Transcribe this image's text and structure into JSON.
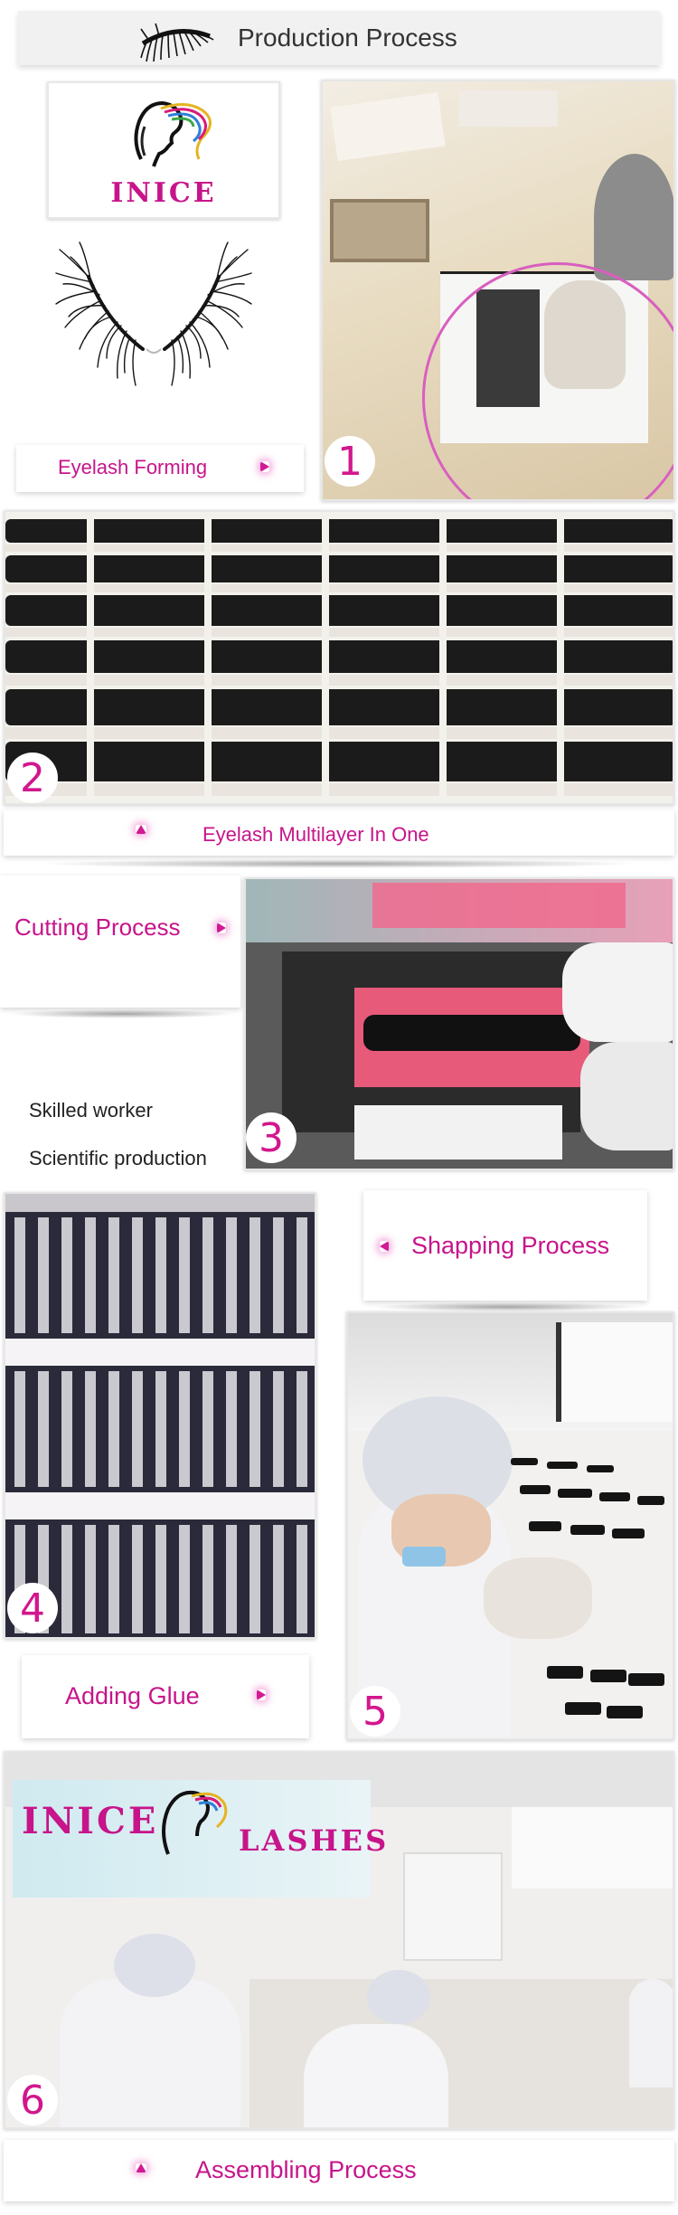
{
  "header": {
    "title": "Production Process"
  },
  "brand": {
    "logo_text": "INICE",
    "banner_left": "INICE",
    "banner_right": "LASHES"
  },
  "steps": [
    {
      "number": "1",
      "label": "Eyelash Forming"
    },
    {
      "number": "2",
      "label": "Eyelash Multilayer In One"
    },
    {
      "number": "3",
      "label": "Cutting Process"
    },
    {
      "number": "4",
      "label": "Shapping Process"
    },
    {
      "number": "5",
      "label": "Adding Glue"
    },
    {
      "number": "6",
      "label": "Assembling Process"
    }
  ],
  "notes": {
    "line1": "Skilled worker",
    "line2": "Scientific production"
  },
  "colors": {
    "accent": "#c7148a",
    "header_bg": "#f1f1f1"
  }
}
